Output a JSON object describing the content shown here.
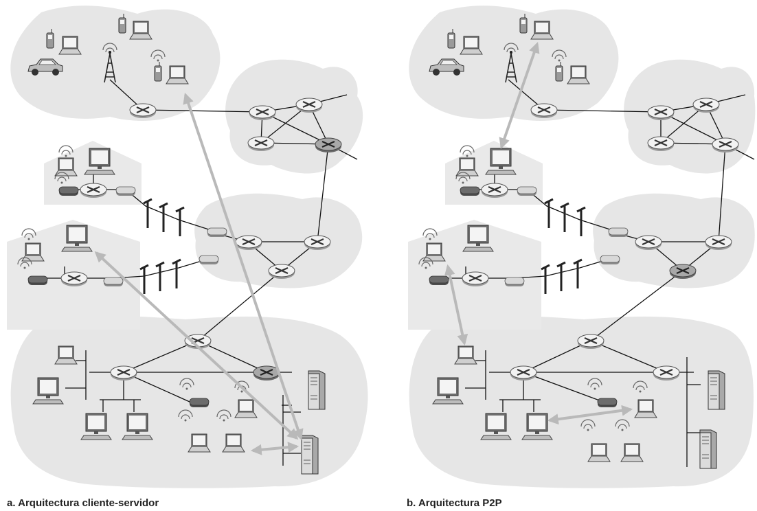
{
  "figure": {
    "panels": [
      {
        "id": "a",
        "caption": "a. Arquitectura cliente-servidor"
      },
      {
        "id": "b",
        "caption": "b. Arquitectura P2P"
      }
    ],
    "colors": {
      "cloud": "#e6e6e6",
      "house": "#e9e9e9",
      "link": "#111111",
      "flow_arrow": "#b9b9b9",
      "device_dark": "#5a5a5a",
      "screen": "#f4f4f4"
    },
    "icons": [
      "router-icon",
      "laptop-icon",
      "desktop-icon",
      "server-icon",
      "phone-icon",
      "car-icon",
      "cell-tower-icon",
      "modem-icon",
      "utility-pole-icon"
    ]
  }
}
